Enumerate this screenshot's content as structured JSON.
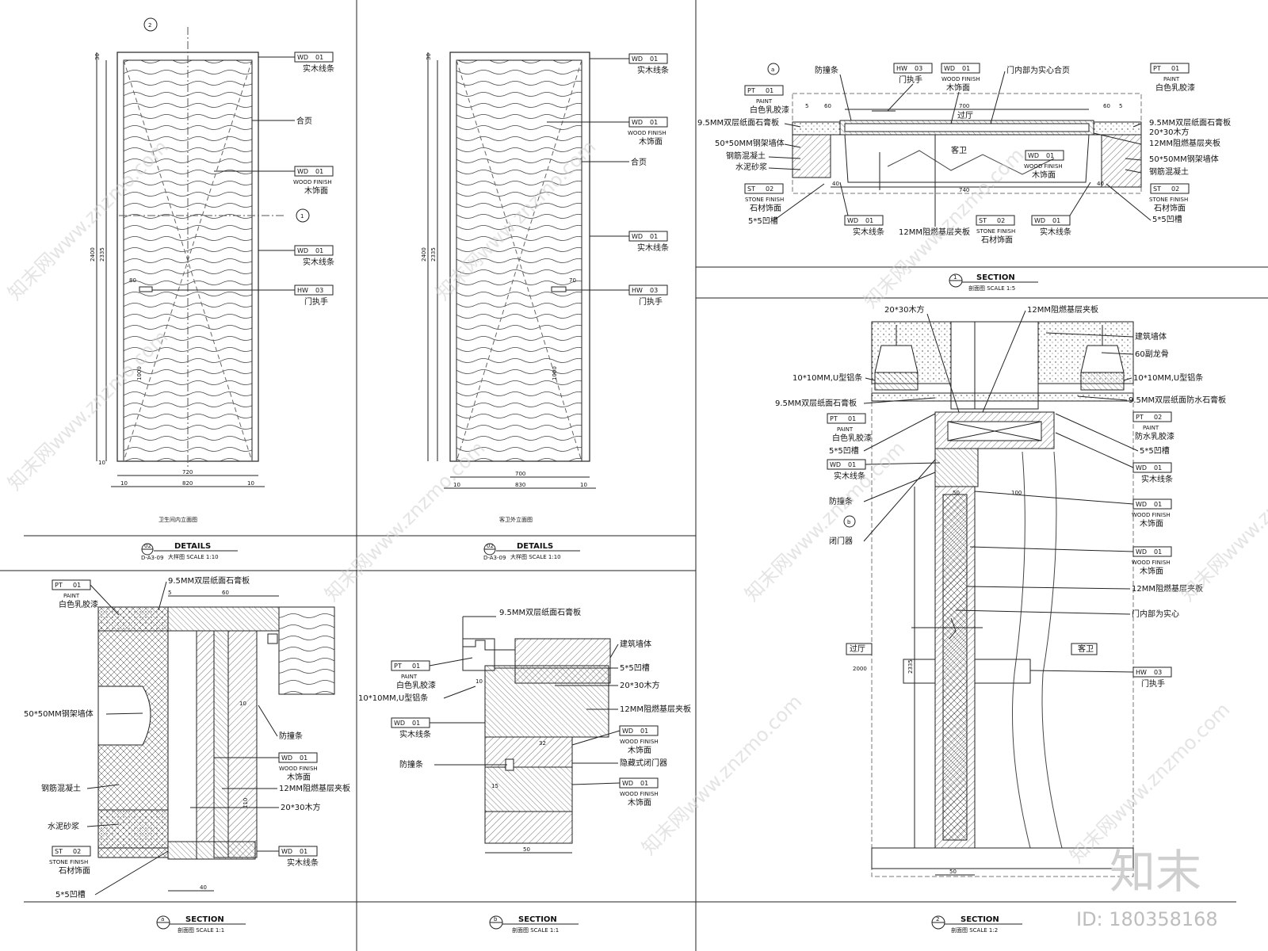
{
  "titles": {
    "details_left": {
      "heading": "DETAILS",
      "sub": "大样图 SCALE 1:10",
      "num": "02",
      "ref": "D-A3-09",
      "caption": "卫生间内立面图"
    },
    "details_mid": {
      "heading": "DETAILS",
      "sub": "大样图 SCALE 1:10",
      "num": "02",
      "ref": "D-A3-09",
      "caption": "客卫外立面图"
    },
    "section_1": {
      "heading": "SECTION",
      "sub": "剖面图 SCALE 1:5",
      "num": "1"
    },
    "section_2": {
      "heading": "SECTION",
      "sub": "剖面图 SCALE 1:2",
      "num": "2"
    },
    "section_a": {
      "heading": "SECTION",
      "sub": "剖面图 SCALE 1:1",
      "num": "a"
    },
    "section_b": {
      "heading": "SECTION",
      "sub": "剖面图 SCALE 1:1",
      "num": "b"
    }
  },
  "elevation_left": {
    "tags": [
      {
        "code": "WD",
        "num": "01",
        "desc": "实木线条"
      },
      {
        "code": "",
        "num": "",
        "desc": "合页"
      },
      {
        "code": "WD",
        "num": "01",
        "desc": "木饰面",
        "finish": "WOOD FINISH"
      },
      {
        "code": "WD",
        "num": "01",
        "desc": "实木线条"
      },
      {
        "code": "HW",
        "num": "03",
        "desc": "门执手"
      }
    ],
    "dims": {
      "top": "30",
      "total_h": "2400",
      "inner_h": "2335",
      "handle_h": "1000",
      "bottom": "10",
      "w_inner": "720",
      "w_total": "820",
      "side_l": "10",
      "side_r": "10",
      "marker_top": "2",
      "marker_mid": "1",
      "handle_off": "80"
    }
  },
  "elevation_mid": {
    "tags": [
      {
        "code": "WD",
        "num": "01",
        "desc": "实木线条"
      },
      {
        "code": "WD",
        "num": "01",
        "desc": "木饰面",
        "finish": "WOOD FINISH"
      },
      {
        "code": "",
        "num": "",
        "desc": "合页"
      },
      {
        "code": "WD",
        "num": "01",
        "desc": "实木线条"
      },
      {
        "code": "HW",
        "num": "03",
        "desc": "门执手"
      }
    ],
    "dims": {
      "top": "30",
      "total_h": "2400",
      "inner_h": "2335",
      "handle_h": "1000",
      "w_inner": "700",
      "w_total": "830",
      "side_l": "10",
      "side_r": "10",
      "handle_off": "70"
    }
  },
  "section1": {
    "left": [
      {
        "code": "PT",
        "num": "01",
        "finish": "PAINT",
        "desc": "白色乳胶漆"
      },
      {
        "desc": "9.5MM双层纸面石膏板"
      },
      {
        "desc": "50*50MM钢架墙体"
      },
      {
        "desc": "钢筋混凝土"
      },
      {
        "desc": "水泥砂浆"
      },
      {
        "code": "ST",
        "num": "02",
        "finish": "STONE FINISH",
        "desc": "石材饰面"
      },
      {
        "desc": "5*5凹槽"
      }
    ],
    "top": [
      {
        "desc": "防撞条"
      },
      {
        "code": "HW",
        "num": "03",
        "desc": "门执手"
      },
      {
        "code": "WD",
        "num": "01",
        "finish": "WOOD FINISH",
        "desc": "木饰面"
      },
      {
        "desc": "门内部为实心合页"
      }
    ],
    "right": [
      {
        "code": "PT",
        "num": "01",
        "finish": "PAINT",
        "desc": "白色乳胶漆"
      },
      {
        "desc": "9.5MM双层纸面石膏板"
      },
      {
        "desc": "20*30木方"
      },
      {
        "desc": "12MM阻燃基层夹板"
      },
      {
        "desc": "50*50MM钢架墙体"
      },
      {
        "desc": "钢筋混凝土"
      },
      {
        "code": "ST",
        "num": "02",
        "finish": "STONE FINISH",
        "desc": "石材饰面"
      },
      {
        "desc": "5*5凹槽"
      }
    ],
    "bottom": [
      {
        "code": "WD",
        "num": "01",
        "desc": "实木线条"
      },
      {
        "desc": "12MM阻燃基层夹板"
      },
      {
        "code": "ST",
        "num": "02",
        "finish": "STONE FINISH",
        "desc": "石材饰面"
      },
      {
        "code": "WD",
        "num": "01",
        "desc": "实木线条"
      }
    ],
    "inner": [
      {
        "code": "WD",
        "num": "01",
        "finish": "WOOD FINISH",
        "desc": "木饰面"
      }
    ],
    "rooms": {
      "hall": "过厅",
      "guest_bath": "客卫"
    },
    "dims": {
      "w_door": "700",
      "w_total": "740",
      "left_gap": "60",
      "right_gap": "60",
      "left_40": "40",
      "right_40": "40",
      "edge_l": "5",
      "edge_r": "5"
    },
    "marker": "a"
  },
  "section2": {
    "top": [
      {
        "desc": "20*30木方"
      },
      {
        "desc": "12MM阻燃基层夹板"
      }
    ],
    "right": [
      {
        "desc": "建筑墙体"
      },
      {
        "desc": "60副龙骨"
      },
      {
        "desc": "10*10MM,U型铝条"
      },
      {
        "desc": "9.5MM双层纸面防水石膏板"
      },
      {
        "code": "PT",
        "num": "02",
        "finish": "PAINT",
        "desc": "防水乳胶漆"
      },
      {
        "desc": "5*5凹槽"
      },
      {
        "code": "WD",
        "num": "01",
        "desc": "实木线条"
      },
      {
        "code": "WD",
        "num": "01",
        "finish": "WOOD FINISH",
        "desc": "木饰面"
      },
      {
        "code": "WD",
        "num": "01",
        "finish": "WOOD FINISH",
        "desc": "木饰面"
      },
      {
        "desc": "12MM阻燃基层夹板"
      },
      {
        "desc": "门内部为实心"
      },
      {
        "code": "HW",
        "num": "03",
        "desc": "门执手"
      }
    ],
    "left": [
      {
        "desc": "10*10MM,U型铝条"
      },
      {
        "desc": "9.5MM双层纸面石膏板"
      },
      {
        "code": "PT",
        "num": "01",
        "finish": "PAINT",
        "desc": "白色乳胶漆"
      },
      {
        "desc": "5*5凹槽"
      },
      {
        "code": "WD",
        "num": "01",
        "desc": "实木线条"
      },
      {
        "desc": "防撞条"
      },
      {
        "desc": "闭门器"
      }
    ],
    "rooms": {
      "hall": "过厅",
      "guest_bath": "客卫"
    },
    "dims": {
      "w_50": "50",
      "w_100": "100",
      "h_door": "2335",
      "bottom_50": "50",
      "level": "2000"
    },
    "marker": "b"
  },
  "sectionA": {
    "left": [
      {
        "code": "PT",
        "num": "01",
        "finish": "PAINT",
        "desc": "白色乳胶漆"
      },
      {
        "desc": "50*50MM钢架墙体"
      },
      {
        "desc": "钢筋混凝土"
      },
      {
        "desc": "水泥砂浆"
      },
      {
        "code": "ST",
        "num": "02",
        "finish": "STONE FINISH",
        "desc": "石材饰面"
      },
      {
        "desc": "5*5凹槽"
      }
    ],
    "right": [
      {
        "desc": "9.5MM双层纸面石膏板"
      },
      {
        "desc": "防撞条"
      },
      {
        "code": "WD",
        "num": "01",
        "finish": "WOOD FINISH",
        "desc": "木饰面"
      },
      {
        "desc": "12MM阻燃基层夹板"
      },
      {
        "desc": "20*30木方"
      },
      {
        "code": "WD",
        "num": "01",
        "desc": "实木线条"
      }
    ],
    "dims": {
      "top_60": "60",
      "gap_5": "5",
      "bot_40": "40",
      "h_110": "110",
      "h_10": "10"
    }
  },
  "sectionB": {
    "left": [
      {
        "code": "PT",
        "num": "01",
        "finish": "PAINT",
        "desc": "白色乳胶漆"
      },
      {
        "desc": "10*10MM,U型铝条"
      },
      {
        "code": "WD",
        "num": "01",
        "desc": "实木线条"
      },
      {
        "desc": "防撞条"
      }
    ],
    "right": [
      {
        "desc": "9.5MM双层纸面石膏板"
      },
      {
        "desc": "建筑墙体"
      },
      {
        "desc": "5*5凹槽"
      },
      {
        "desc": "20*30木方"
      },
      {
        "desc": "12MM阻燃基层夹板"
      },
      {
        "code": "WD",
        "num": "01",
        "finish": "WOOD FINISH",
        "desc": "木饰面"
      },
      {
        "desc": "隐藏式闭门器"
      },
      {
        "code": "WD",
        "num": "01",
        "finish": "WOOD FINISH",
        "desc": "木饰面"
      }
    ],
    "dims": {
      "bot_50": "50",
      "d_10": "10",
      "d_32": "32",
      "d_15": "15"
    }
  },
  "watermark": {
    "text": "知末网www.znzmo.com",
    "logo": "知末",
    "id": "ID: 180358168"
  }
}
